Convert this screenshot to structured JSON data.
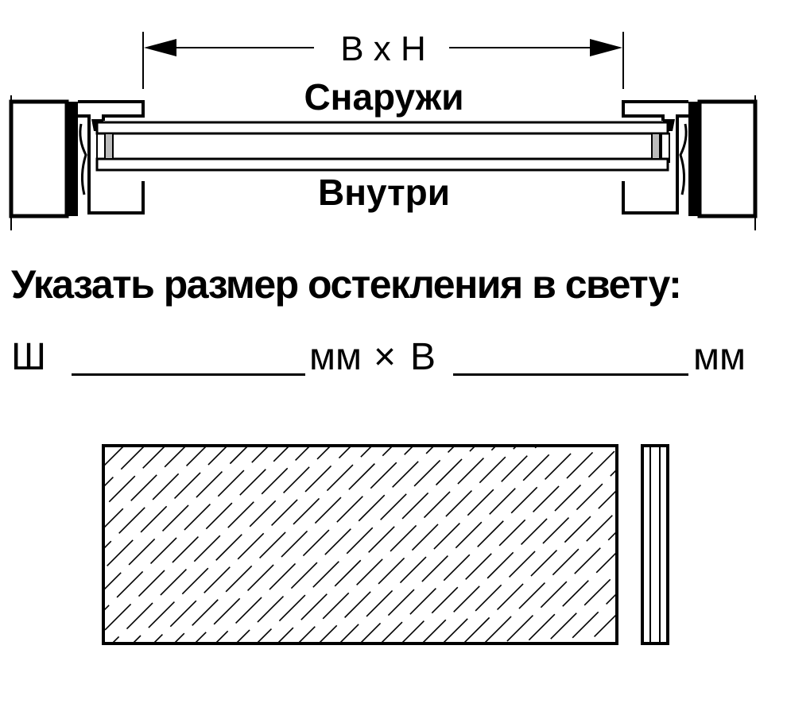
{
  "diagram": {
    "dimension_label": "B x H",
    "outside_label": "Снаружи",
    "inside_label": "Внутри"
  },
  "instruction": {
    "title": "Указать размер остекления в свету:",
    "width_letter": "Ш",
    "unit_1": "мм",
    "times": "×",
    "height_letter": "В",
    "unit_2": "мм"
  }
}
